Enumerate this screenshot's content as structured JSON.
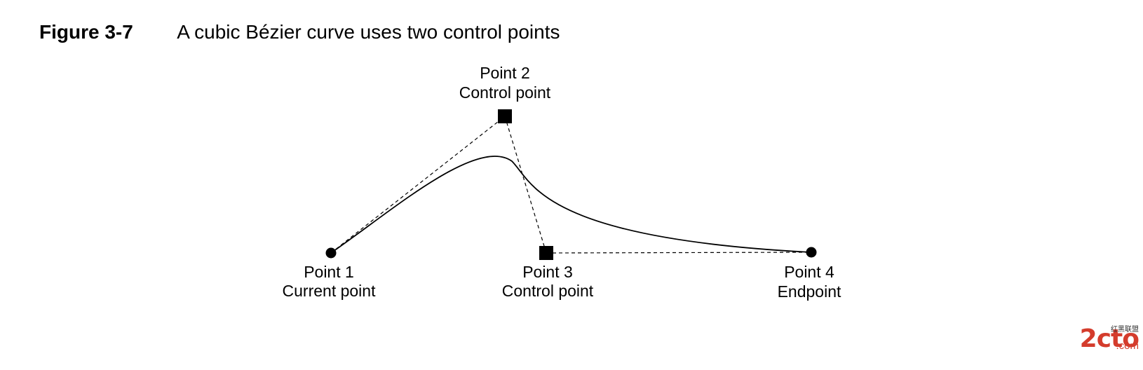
{
  "figure": {
    "number": "Figure 3-7",
    "title": "A cubic Bézier curve uses two control points"
  },
  "points": [
    {
      "id": "p1",
      "name": "Point 1",
      "role": "Current point",
      "marker": "circle"
    },
    {
      "id": "p2",
      "name": "Point 2",
      "role": "Control point",
      "marker": "square"
    },
    {
      "id": "p3",
      "name": "Point 3",
      "role": "Control point",
      "marker": "square"
    },
    {
      "id": "p4",
      "name": "Point 4",
      "role": "Endpoint",
      "marker": "circle"
    }
  ],
  "watermark": {
    "main": "2cto",
    "sub": "红黑联盟",
    "com": ".com",
    "color": "#d43c2c"
  },
  "colors": {
    "stroke": "#000000",
    "background": "#ffffff"
  }
}
